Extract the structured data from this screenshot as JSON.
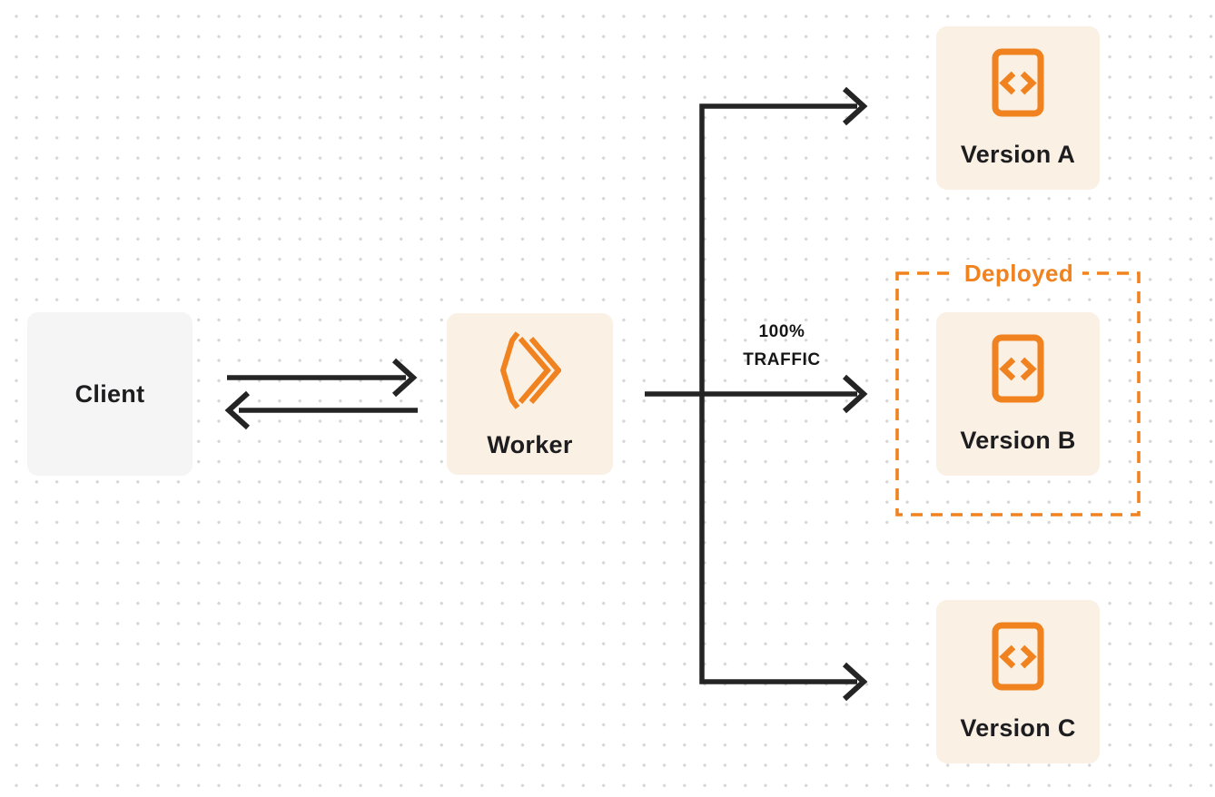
{
  "colors": {
    "accent_orange": "#f0821f",
    "node_cream_bg": "#faf0e3",
    "client_gray_bg": "#f5f5f6",
    "text_dark": "#1d1d1f",
    "arrow_dark": "#242424",
    "dot_grid": "#d6d6d6",
    "page_bg": "#ffffff"
  },
  "icons": {
    "worker": "workers-logo-icon",
    "version": "code-file-icon"
  },
  "nodes": {
    "client": {
      "label": "Client"
    },
    "worker": {
      "label": "Worker"
    },
    "version_a": {
      "label": "Version A"
    },
    "version_b": {
      "label": "Version B"
    },
    "version_c": {
      "label": "Version C"
    }
  },
  "edge_labels": {
    "traffic_line1": "100%",
    "traffic_line2": "TRAFFIC"
  },
  "deployed": {
    "label": "Deployed"
  }
}
